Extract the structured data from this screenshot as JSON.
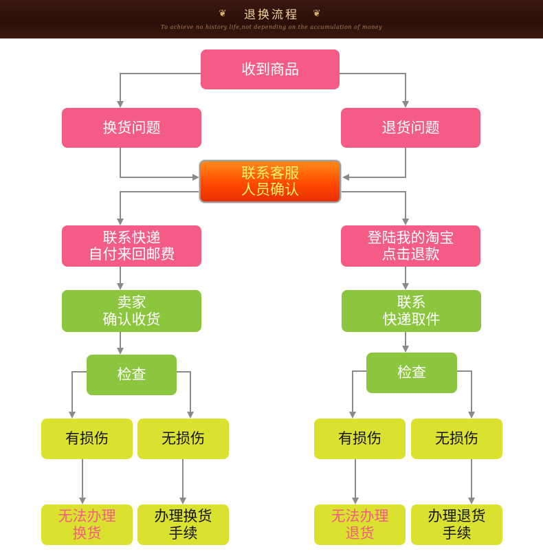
{
  "header": {
    "title": "退换流程",
    "subtitle": "To achieve no history life,not depending on the accumulation of money"
  },
  "nodes": {
    "received": "收到商品",
    "exchange_issue": "换货问题",
    "return_issue": "退货问题",
    "contact_service": "联系客服\n人员确认",
    "contact_courier_left": "联系快递\n自付来回邮费",
    "login_taobao": "登陆我的淘宝\n点击退款",
    "seller_confirm": "卖家\n确认收货",
    "courier_pickup": "联系\n快递取件",
    "inspect_left": "检查",
    "inspect_right": "检查",
    "damaged_left": "有损伤",
    "undamaged_left": "无损伤",
    "damaged_right": "有损伤",
    "undamaged_right": "无损伤",
    "cannot_exchange": "无法办理\n换货",
    "do_exchange": "办理换货\n手续",
    "cannot_return": "无法办理\n退货",
    "do_return": "办理退货\n手续"
  },
  "colors": {
    "pink": "#f45c85",
    "green": "#8cc63e",
    "yellow": "#dbe12f",
    "orange": "#ff5a00",
    "arrow": "#8a8a8a",
    "header_bg": "#2e120a"
  }
}
